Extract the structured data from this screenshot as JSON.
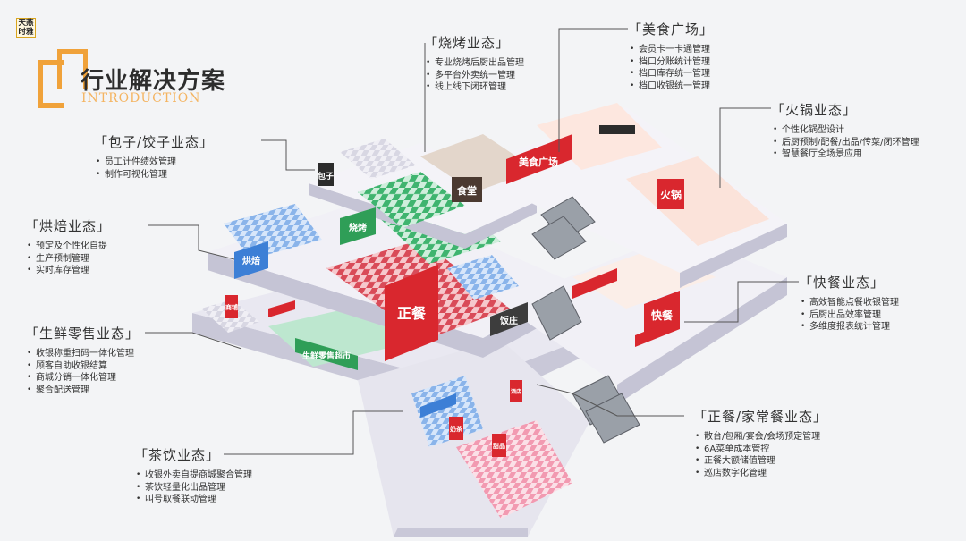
{
  "logo": {
    "line1": "天燕",
    "line2": "时雅"
  },
  "header": {
    "title": "行业解决方案",
    "subtitle": "INTRODUCTION"
  },
  "signs": {
    "baozi": "包子",
    "shaokao": "烧烤",
    "shitang": "食堂",
    "meishi": "美食广场",
    "huoguo": "火锅",
    "hongbei": "烘焙",
    "zhengcan": "正餐",
    "fanzhuang": "饭庄",
    "kuaican": "快餐",
    "shangpu": "商铺",
    "shengxian": "生鲜零售超市",
    "naicha": "奶茶",
    "tianpin": "甜品",
    "dian": "酒店"
  },
  "sections": {
    "shaokao": {
      "title": "「烧烤业态」",
      "items": [
        "专业烧烤后厨出品管理",
        "多平台外卖统一管理",
        "线上线下闭环管理"
      ]
    },
    "meishi": {
      "title": "「美食广场」",
      "items": [
        "会员卡一卡通管理",
        "档口分账统计管理",
        "档口库存统一管理",
        "档口收银统一管理"
      ]
    },
    "huoguo": {
      "title": "「火锅业态」",
      "items": [
        "个性化锅型设计",
        "后厨预制/配餐/出品/传菜/闭环管理",
        "智慧餐厅全场景应用"
      ]
    },
    "baozi": {
      "title": "「包子/饺子业态」",
      "items": [
        "员工计件绩效管理",
        "制作可视化管理"
      ]
    },
    "hongbei": {
      "title": "「烘焙业态」",
      "items": [
        "预定及个性化自提",
        "生产预制管理",
        "实时库存管理"
      ]
    },
    "shengxian": {
      "title": "「生鲜零售业态」",
      "items": [
        "收银称重扫码一体化管理",
        "顾客自助收银结算",
        "商城分销一体化管理",
        "聚合配送管理"
      ]
    },
    "kuaican": {
      "title": "「快餐业态」",
      "items": [
        "高效智能点餐收银管理",
        "后厨出品效率管理",
        "多维度报表统计管理"
      ]
    },
    "zhengcan": {
      "title": "「正餐/家常餐业态」",
      "items": [
        "散台/包厢/宴会/会场预定管理",
        "6A菜单成本管控",
        "正餐大额储值管理",
        "巡店数字化管理"
      ]
    },
    "chayin": {
      "title": "「茶饮业态」",
      "items": [
        "收银外卖自提商城聚合管理",
        "茶饮轻量化出品管理",
        "叫号取餐联动管理"
      ]
    }
  },
  "colors": {
    "accent": "#f0a23a",
    "red": "#d9272e",
    "green": "#36b46c",
    "blue": "#3c7fd6",
    "pink": "#ee86a0"
  }
}
